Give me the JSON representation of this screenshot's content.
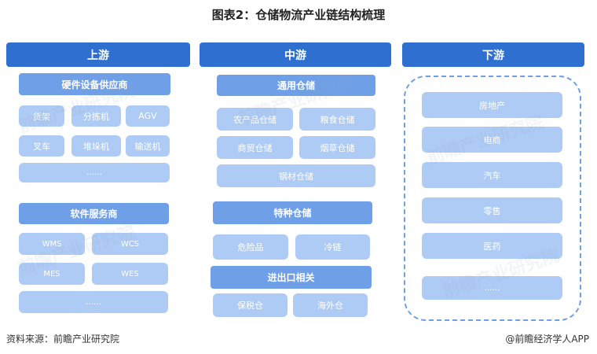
{
  "title": "图表2：仓储物流产业链结构梳理",
  "columns": {
    "upstream": {
      "header": "上游",
      "hardware": {
        "label": "硬件设备供应商",
        "items": [
          "货架",
          "分拣机",
          "AGV",
          "叉车",
          "堆垛机",
          "输送机",
          "……"
        ]
      },
      "software": {
        "label": "软件服务商",
        "items": [
          "WMS",
          "WCS",
          "MES",
          "WES",
          "……"
        ]
      }
    },
    "midstream": {
      "header": "中游",
      "general": {
        "label": "通用仓储",
        "items": [
          "农产品仓储",
          "粮食仓储",
          "商贸仓储",
          "烟草仓储",
          "钢材仓储"
        ]
      },
      "special": {
        "label": "特种仓储",
        "items": [
          "危险品",
          "冷链"
        ]
      },
      "import_export": {
        "label": "进出口相关",
        "items": [
          "保税仓",
          "海外仓"
        ]
      }
    },
    "downstream": {
      "header": "下游",
      "items": [
        "房地产",
        "电商",
        "汽车",
        "零售",
        "医药",
        "……"
      ]
    }
  },
  "source": "资料来源：前瞻产业研究院",
  "credit": "@前瞻经济学人APP",
  "watermark": "前瞻产业研究院",
  "colors": {
    "header": "#2f6fd0",
    "subheader": "#6f9fe6",
    "item": "#aecbf5",
    "dashed_border": "#6f9fe6"
  }
}
